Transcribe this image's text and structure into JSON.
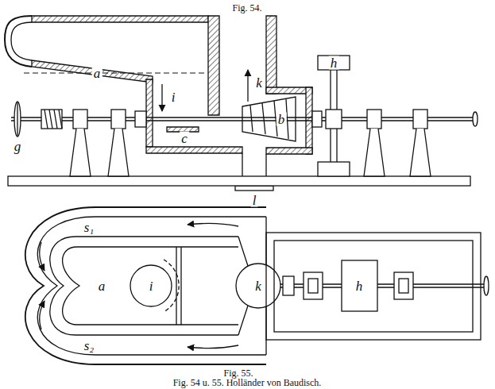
{
  "diagram": {
    "caption": "Fig. 54 u. 55. Holländer von Baudisch.",
    "labels": [
      "Fig. 54.",
      "a",
      "i",
      "k",
      "c",
      "b",
      "h",
      "g",
      "l",
      "s₁",
      "a",
      "i",
      "k",
      "s₂",
      "h",
      "Fig. 55."
    ]
  }
}
